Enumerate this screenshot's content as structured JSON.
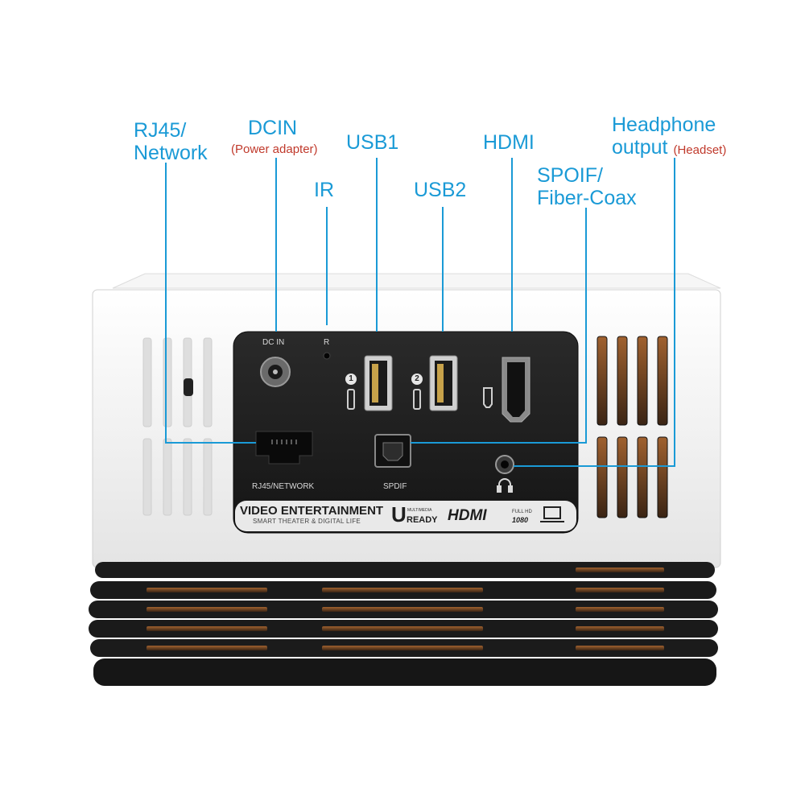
{
  "callouts": {
    "rj45": {
      "line1": "RJ45/",
      "line2": "Network"
    },
    "dcin": {
      "title": "DCIN",
      "note": "(Power adapter)"
    },
    "ir": {
      "title": "IR"
    },
    "usb1": {
      "title": "USB1"
    },
    "usb2": {
      "title": "USB2"
    },
    "hdmi": {
      "title": "HDMI"
    },
    "spdif": {
      "line1": "SPOIF/",
      "line2": "Fiber-Coax"
    },
    "headphone": {
      "line1": "Headphone",
      "line2": "output",
      "note": "(Headset)"
    }
  },
  "panel_labels": {
    "dc_in": "DC IN",
    "ir": "R",
    "rj45": "RJ45/NETWORK",
    "spdif": "SPDIF",
    "usb1_num": "1",
    "usb2_num": "2"
  },
  "branding": {
    "headline": "VIDEO ENTERTAINMENT",
    "tagline": "SMART THEATER & DIGITAL LIFE",
    "uready_u": "U",
    "uready_small": "MULTIMEDIA",
    "uready_word": "READY",
    "hdmi_logo": "HDMI",
    "fullhd_top": "FULL HD",
    "fullhd_bottom": "1080"
  },
  "icons": [
    "headphone-icon",
    "hdmi-port-icon",
    "usb-port-icon",
    "laptop-icon"
  ],
  "colors": {
    "callout": "#1a9ad6",
    "note": "#c0392b",
    "panel": "#1f1f1f",
    "body": "#f4f4f4",
    "base": "#1b1b1b",
    "vent": "#7a4a2a"
  }
}
